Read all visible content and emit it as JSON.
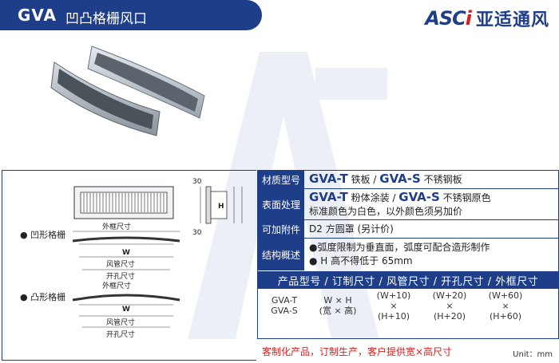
{
  "header": {
    "code": "GVA",
    "name": "凹凸格栅风口"
  },
  "logo": {
    "mark_prefix": "ASC",
    "mark_i": "i",
    "chinese": "亚适通风"
  },
  "colors": {
    "brand": "#1e3e8a",
    "accent": "#d81e1e"
  },
  "drawing": {
    "concave_label": "● 凹形格栅",
    "convex_label": "● 凸形格栅",
    "outer_size": "外框尺寸",
    "w_mark": "W",
    "h_mark": "H",
    "duct_size": "风管尺寸",
    "cutout_size": "开孔尺寸",
    "dim_30": "30",
    "outer_size_v": "外框尺寸",
    "duct_size_v": "风管尺寸",
    "cutout_size_v": "开孔尺寸"
  },
  "table": {
    "material": {
      "label": "材质型号",
      "t_model": "GVA-T",
      "t_text": "铁板 / ",
      "s_model": "GVA-S",
      "s_text": "不锈钢板"
    },
    "finish": {
      "label": "表面处理",
      "t_model": "GVA-T",
      "t_text": "粉体涂装 / ",
      "s_model": "GVA-S",
      "s_text": "不锈钢原色",
      "line2": "标准颜色为白色，以外颜色须另加价"
    },
    "accessory": {
      "label": "可加附件",
      "text": "D2 方圆罩 (另计价)"
    },
    "structure": {
      "label": "结构概述",
      "line1": "●弧度限制为垂直面，弧度可配合造形制作",
      "line2": "● H 高不得低于 65mm"
    },
    "spec_header": "产品型号 / 订制尺寸 / 风管尺寸 / 开孔尺寸 / 外框尺寸",
    "spec": {
      "models": [
        "GVA-T",
        "GVA-S"
      ],
      "order": [
        "W × H",
        "(宽 × 高)"
      ],
      "duct": [
        "(W+10)",
        "×",
        "(H+10)"
      ],
      "cutout": [
        "(W+20)",
        "×",
        "(H+20)"
      ],
      "outer": [
        "(W+60)",
        "×",
        "(H+60)"
      ]
    }
  },
  "footer": {
    "note": "客制化产品，订制生产，客户提供宽×高尺寸",
    "unit": "Unit：mm"
  }
}
